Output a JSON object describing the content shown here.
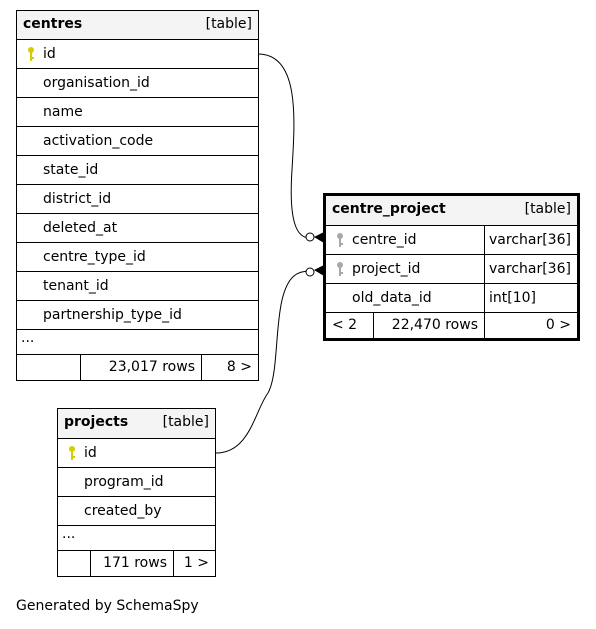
{
  "tables": {
    "centres": {
      "name": "centres",
      "type": "[table]",
      "pk": "id",
      "columns": [
        "organisation_id",
        "name",
        "activation_code",
        "state_id",
        "district_id",
        "deleted_at",
        "centre_type_id",
        "tenant_id",
        "partnership_type_id"
      ],
      "ellipsis": "...",
      "rows": "23,017 rows",
      "children": "8 >"
    },
    "centre_project": {
      "name": "centre_project",
      "type": "[table]",
      "columns": [
        {
          "name": "centre_id",
          "type": "varchar[36]"
        },
        {
          "name": "project_id",
          "type": "varchar[36]"
        },
        {
          "name": "old_data_id",
          "type": "int[10]"
        }
      ],
      "parents": "< 2",
      "rows": "22,470 rows",
      "children": "0 >"
    },
    "projects": {
      "name": "projects",
      "type": "[table]",
      "pk": "id",
      "columns": [
        "program_id",
        "created_by"
      ],
      "ellipsis": "...",
      "rows": "171 rows",
      "children": "1 >"
    }
  },
  "generated_by": "Generated by SchemaSpy",
  "colors": {
    "primary_key": "#d6cc00",
    "foreign_key": "#a8a8a8",
    "header_bg": "#f4f4f4"
  }
}
